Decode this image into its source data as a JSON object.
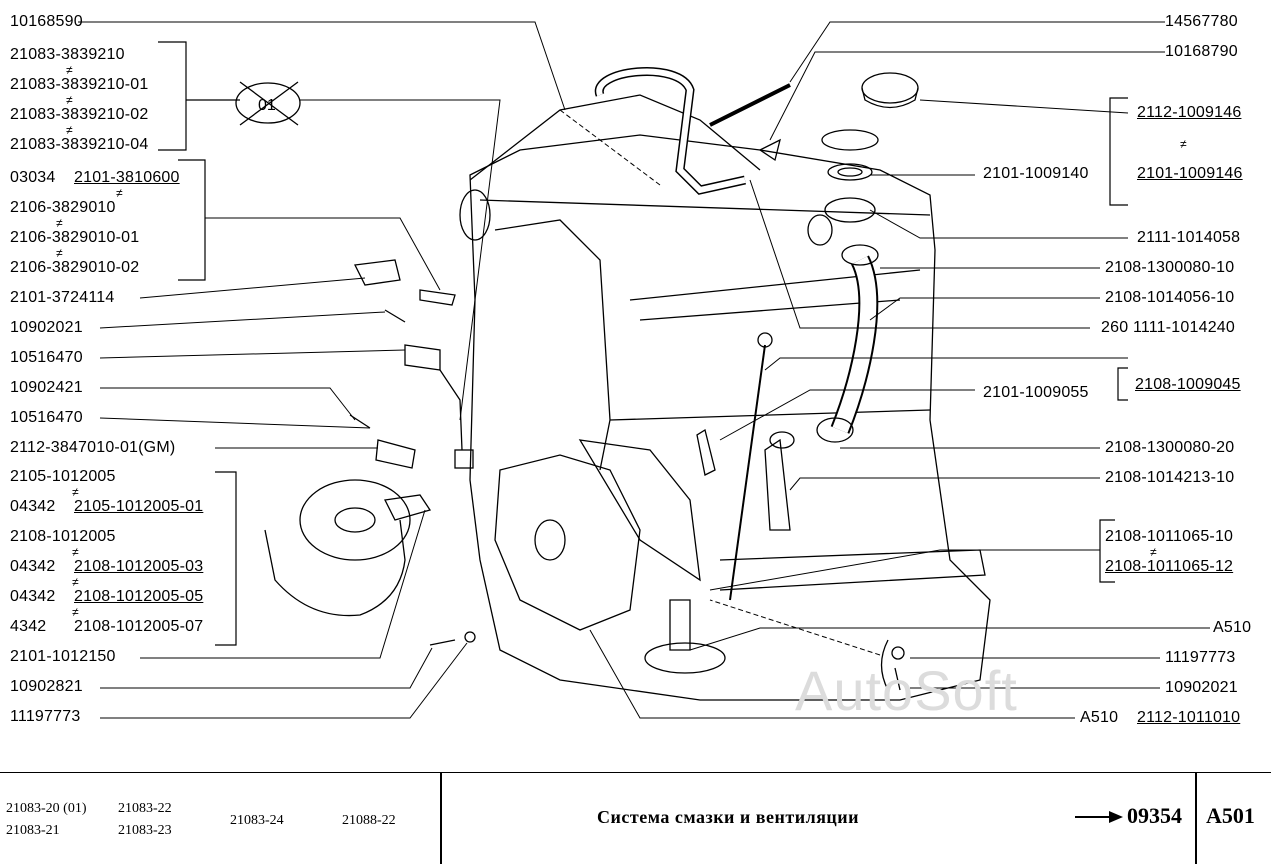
{
  "labels_left": [
    {
      "id": "l-10168590",
      "text": "10168590"
    },
    {
      "id": "l-21083-3839210",
      "text": "21083-3839210"
    },
    {
      "id": "l-21083-3839210-01",
      "text": "21083-3839210-01"
    },
    {
      "id": "l-21083-3839210-02",
      "text": "21083-3839210-02"
    },
    {
      "id": "l-21083-3839210-04",
      "text": "21083-3839210-04"
    },
    {
      "id": "l-03034",
      "text": "03034"
    },
    {
      "id": "l-2101-3810600",
      "text": "2101-3810600"
    },
    {
      "id": "l-2106-3829010",
      "text": "2106-3829010"
    },
    {
      "id": "l-2106-3829010-01",
      "text": "2106-3829010-01"
    },
    {
      "id": "l-2106-3829010-02",
      "text": "2106-3829010-02"
    },
    {
      "id": "l-2101-3724114",
      "text": "2101-3724114"
    },
    {
      "id": "l-10902021",
      "text": "10902021"
    },
    {
      "id": "l-10516470a",
      "text": "10516470"
    },
    {
      "id": "l-10902421",
      "text": "10902421"
    },
    {
      "id": "l-10516470b",
      "text": "10516470"
    },
    {
      "id": "l-2112-3847010-01",
      "text": "2112-3847010-01(GM)"
    },
    {
      "id": "l-2105-1012005",
      "text": "2105-1012005"
    },
    {
      "id": "l-04342a",
      "text": "04342"
    },
    {
      "id": "l-2105-1012005-01",
      "text": "2105-1012005-01"
    },
    {
      "id": "l-2108-1012005",
      "text": "2108-1012005"
    },
    {
      "id": "l-04342b",
      "text": "04342"
    },
    {
      "id": "l-2108-1012005-03",
      "text": "2108-1012005-03"
    },
    {
      "id": "l-04342c",
      "text": "04342"
    },
    {
      "id": "l-2108-1012005-05",
      "text": "2108-1012005-05"
    },
    {
      "id": "l-4342",
      "text": "4342"
    },
    {
      "id": "l-2108-1012005-07",
      "text": "2108-1012005-07"
    },
    {
      "id": "l-2101-1012150",
      "text": "2101-1012150"
    },
    {
      "id": "l-10902821",
      "text": "10902821"
    },
    {
      "id": "l-11197773a",
      "text": "11197773"
    }
  ],
  "labels_right": [
    {
      "id": "r-14567780",
      "text": "14567780"
    },
    {
      "id": "r-10168790",
      "text": "10168790"
    },
    {
      "id": "r-2112-1009146",
      "text": "2112-1009146"
    },
    {
      "id": "r-2101-1009140",
      "text": "2101-1009140"
    },
    {
      "id": "r-2101-1009146",
      "text": "2101-1009146"
    },
    {
      "id": "r-2111-1014058",
      "text": "2111-1014058"
    },
    {
      "id": "r-2108-1300080-10",
      "text": "2108-1300080-10"
    },
    {
      "id": "r-2108-1014056-10",
      "text": "2108-1014056-10"
    },
    {
      "id": "r-260-1111-1014240",
      "text": "260 1111-1014240"
    },
    {
      "id": "r-2108-1009045",
      "text": "2108-1009045"
    },
    {
      "id": "r-2101-1009055",
      "text": "2101-1009055"
    },
    {
      "id": "r-2108-1300080-20",
      "text": "2108-1300080-20"
    },
    {
      "id": "r-2108-1014213-10",
      "text": "2108-1014213-10"
    },
    {
      "id": "r-2108-1011065-10",
      "text": "2108-1011065-10"
    },
    {
      "id": "r-2108-1011065-12",
      "text": "2108-1011065-12"
    },
    {
      "id": "r-A510a",
      "text": "A510"
    },
    {
      "id": "r-11197773",
      "text": "11197773"
    },
    {
      "id": "r-10902021",
      "text": "10902021"
    },
    {
      "id": "r-A510b",
      "text": "A510"
    },
    {
      "id": "r-2112-1011010",
      "text": "2112-1011010"
    }
  ],
  "crossed_mark": "01",
  "neq_symbol": "≠",
  "watermark": "AutoSoft",
  "footer": {
    "models": [
      "21083-20 (01)",
      "21083-21",
      "21083-22",
      "21083-23",
      "21083-24",
      "21088-22"
    ],
    "title": "Система смазки и вентиляции",
    "page_number": "09354",
    "section_code": "A501"
  }
}
